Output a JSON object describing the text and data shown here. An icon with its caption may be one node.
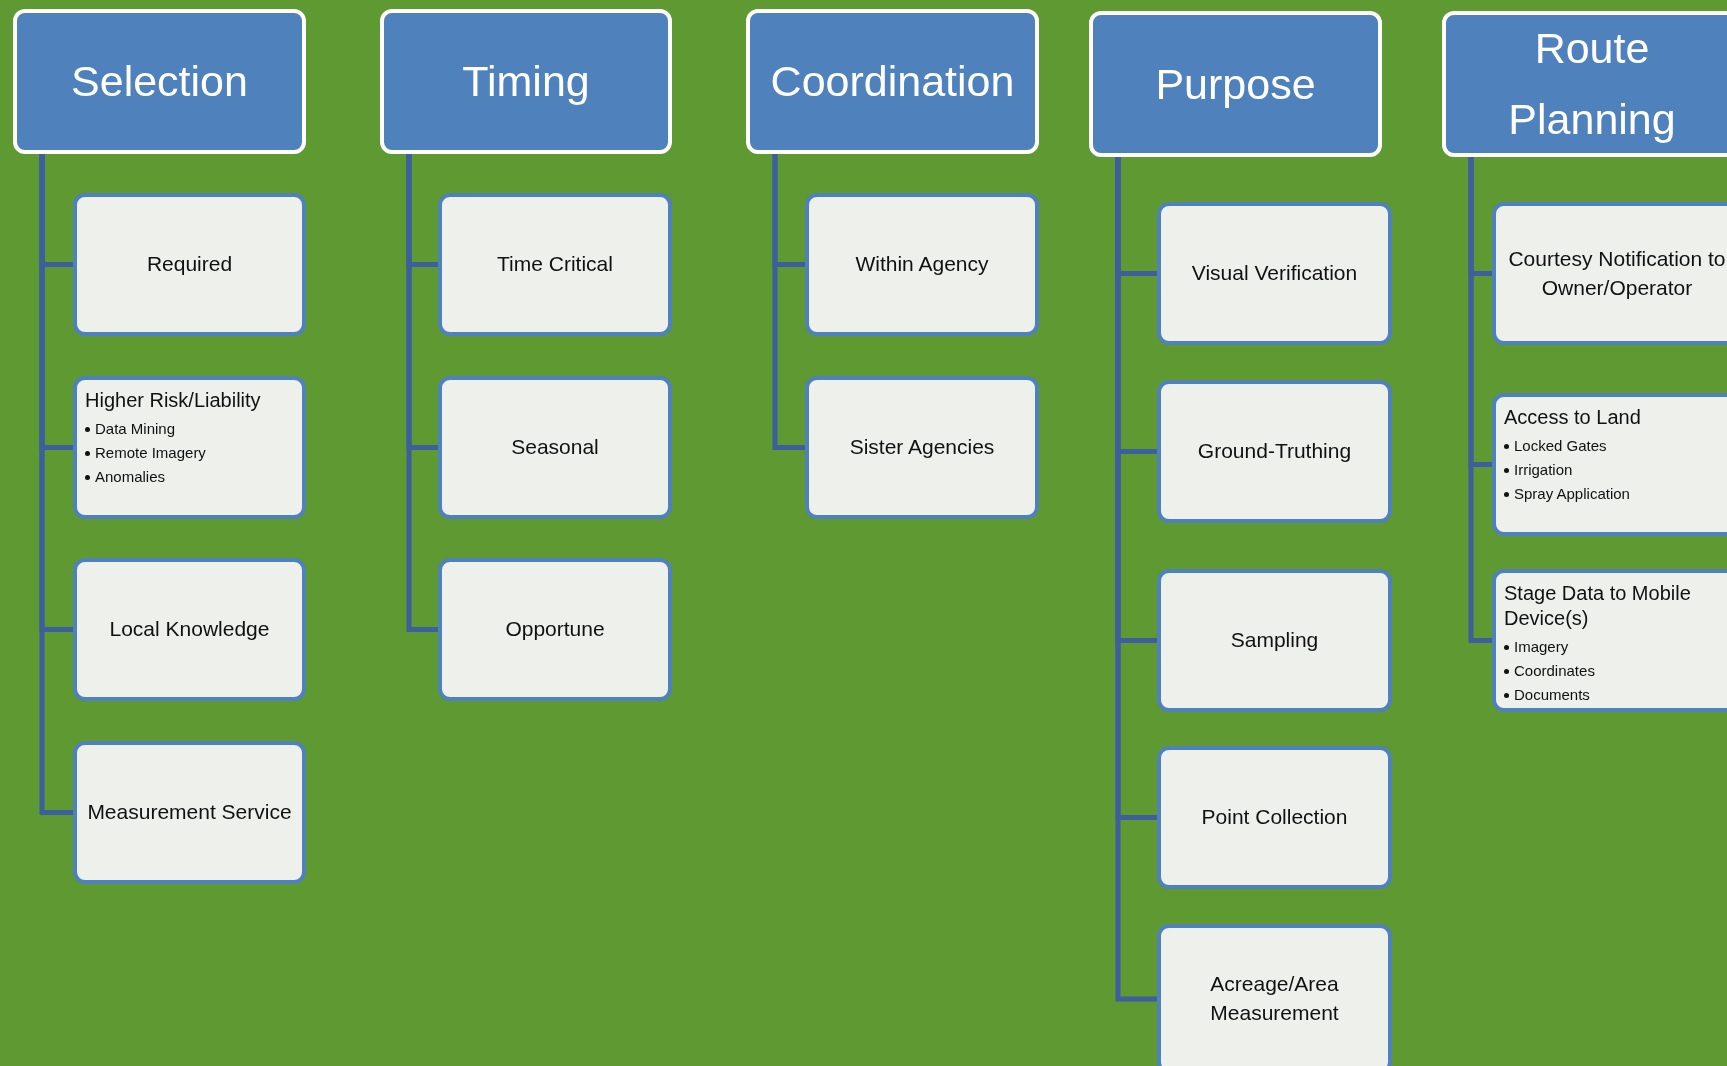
{
  "diagram": {
    "nodes": [
      {
        "text": [
          "Selection"
        ]
      },
      {
        "text": [
          "Required"
        ]
      },
      {
        "text": [
          "Higher Risk/Liability",
          "Data Mining",
          "Remote Imagery",
          "Anomalies"
        ]
      },
      {
        "text": [
          "Local Knowledge"
        ]
      },
      {
        "text": [
          "Measurement Service"
        ]
      },
      {
        "text": [
          "Timing"
        ]
      },
      {
        "text": [
          "Time Critical"
        ]
      },
      {
        "text": [
          "Seasonal"
        ]
      },
      {
        "text": [
          "Opportune"
        ]
      },
      {
        "text": [
          "Coordination"
        ]
      },
      {
        "text": [
          "Within Agency"
        ]
      },
      {
        "text": [
          "Sister Agencies"
        ]
      },
      {
        "text": [
          "Purpose"
        ]
      },
      {
        "text": [
          "Visual Verification"
        ]
      },
      {
        "text": [
          "Ground-Truthing"
        ]
      },
      {
        "text": [
          "Sampling"
        ]
      },
      {
        "text": [
          "Point Collection"
        ]
      },
      {
        "text": [
          "Acreage/Area Measurement"
        ]
      },
      {
        "text": [
          "Route Planning"
        ]
      },
      {
        "text": [
          "Courtesy Notification to Owner/Operator"
        ]
      },
      {
        "text": [
          "Access to Land",
          "Locked Gates",
          "Irrigation",
          "Spray Application"
        ]
      },
      {
        "text": [
          "Stage Data to Mobile Device(s)",
          "Imagery",
          "Coordinates",
          "Documents"
        ]
      }
    ],
    "edges": [
      {
        "from": 0,
        "to": 1,
        "arrow": "none"
      },
      {
        "from": 0,
        "to": 2,
        "arrow": "none"
      },
      {
        "from": 0,
        "to": 3,
        "arrow": "none"
      },
      {
        "from": 0,
        "to": 4,
        "arrow": "none"
      },
      {
        "from": 5,
        "to": 6,
        "arrow": "none"
      },
      {
        "from": 5,
        "to": 7,
        "arrow": "none"
      },
      {
        "from": 5,
        "to": 8,
        "arrow": "none"
      },
      {
        "from": 9,
        "to": 10,
        "arrow": "none"
      },
      {
        "from": 9,
        "to": 11,
        "arrow": "none"
      },
      {
        "from": 12,
        "to": 13,
        "arrow": "none"
      },
      {
        "from": 12,
        "to": 14,
        "arrow": "none"
      },
      {
        "from": 12,
        "to": 15,
        "arrow": "none"
      },
      {
        "from": 12,
        "to": 16,
        "arrow": "none"
      },
      {
        "from": 12,
        "to": 17,
        "arrow": "none"
      },
      {
        "from": 18,
        "to": 19,
        "arrow": "none"
      },
      {
        "from": 18,
        "to": 20,
        "arrow": "none"
      },
      {
        "from": 18,
        "to": 21,
        "arrow": "none"
      }
    ]
  }
}
